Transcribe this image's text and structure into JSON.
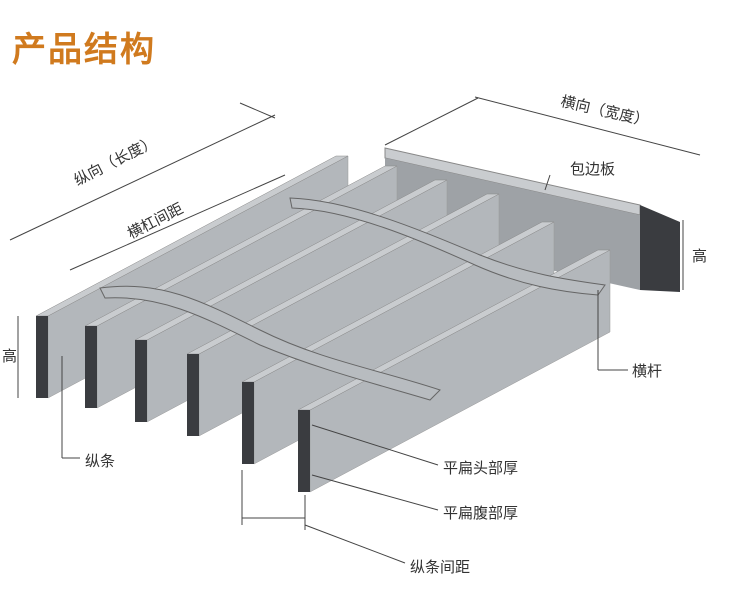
{
  "title": "产品结构",
  "labels": {
    "longitudinal": "纵向（长度）",
    "transverse": "横向（宽度）",
    "edge_plate": "包边板",
    "crossbar_spacing": "横杠间距",
    "height_right": "高",
    "height_left": "高",
    "crossbar": "横杆",
    "bearing_bar": "纵条",
    "head_thickness": "平扁头部厚",
    "web_thickness": "平扁腹部厚",
    "bearing_bar_spacing": "纵条间距"
  },
  "colors": {
    "title": "#d07a1e",
    "bar_top": "#c9cccf",
    "bar_side": "#b3b7bb",
    "bar_end": "#3a3c40"
  }
}
